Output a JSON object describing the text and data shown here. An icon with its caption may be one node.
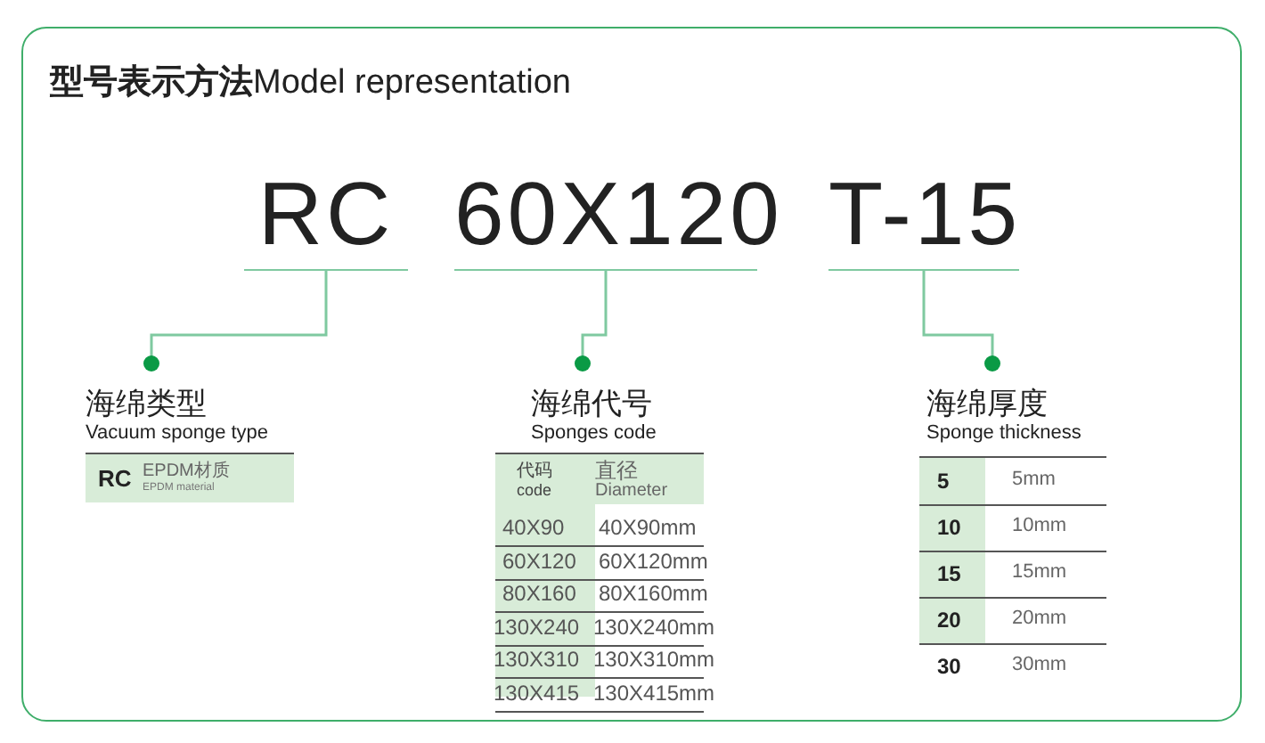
{
  "diagram": {
    "title": "**型号表示方法**Model representation",
    "nodes": [
      {
        "text": [
          "RC"
        ]
      },
      {
        "text": [
          "60X120"
        ]
      },
      {
        "text": [
          "T-15"
        ]
      },
      {
        "text": [
          "海绵类型",
          "Vacuum sponge type"
        ]
      },
      {
        "text": [
          "海绵代号",
          "Sponges code"
        ]
      },
      {
        "text": [
          "海绵厚度",
          "Sponge thickness"
        ]
      }
    ],
    "edges": [
      {
        "from": 0,
        "to": 3,
        "arrow": "other"
      },
      {
        "from": 1,
        "to": 4,
        "arrow": "other"
      },
      {
        "from": 2,
        "to": 5,
        "arrow": "other"
      }
    ],
    "labels": [
      "RC",
      "EPDM材质",
      "EPDM material",
      "代码",
      "code",
      "直径",
      "Diameter",
      "40X90",
      "40X90mm",
      "60X120",
      "60X120mm",
      "80X160",
      "80X160mm",
      "130X240",
      "130X240mm",
      "130X310",
      "130X310mm",
      "130X415",
      "130X415mm",
      "5",
      "5mm",
      "10",
      "10mm",
      "15",
      "15mm",
      "20",
      "20mm",
      "30",
      "30mm"
    ]
  }
}
